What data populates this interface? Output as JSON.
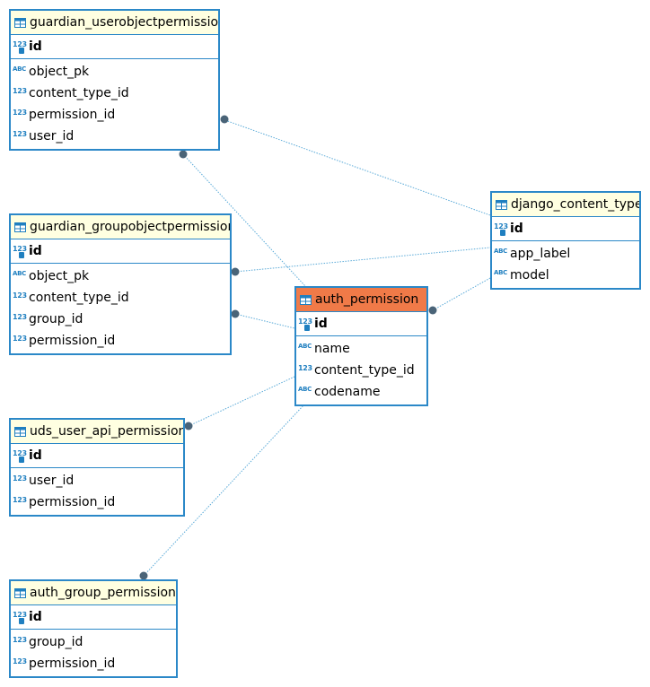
{
  "diagram": {
    "tables": [
      {
        "id": "guo",
        "name": "guardian_userobjectpermission",
        "highlight": false,
        "pk": {
          "name": "id",
          "type": "123"
        },
        "columns": [
          {
            "name": "object_pk",
            "type": "ABC"
          },
          {
            "name": "content_type_id",
            "type": "123"
          },
          {
            "name": "permission_id",
            "type": "123"
          },
          {
            "name": "user_id",
            "type": "123"
          }
        ]
      },
      {
        "id": "ggo",
        "name": "guardian_groupobjectpermission",
        "highlight": false,
        "pk": {
          "name": "id",
          "type": "123"
        },
        "columns": [
          {
            "name": "object_pk",
            "type": "ABC"
          },
          {
            "name": "content_type_id",
            "type": "123"
          },
          {
            "name": "group_id",
            "type": "123"
          },
          {
            "name": "permission_id",
            "type": "123"
          }
        ]
      },
      {
        "id": "uds",
        "name": "uds_user_api_permissions",
        "highlight": false,
        "pk": {
          "name": "id",
          "type": "123"
        },
        "columns": [
          {
            "name": "user_id",
            "type": "123"
          },
          {
            "name": "permission_id",
            "type": "123"
          }
        ]
      },
      {
        "id": "agp",
        "name": "auth_group_permissions",
        "highlight": false,
        "pk": {
          "name": "id",
          "type": "123"
        },
        "columns": [
          {
            "name": "group_id",
            "type": "123"
          },
          {
            "name": "permission_id",
            "type": "123"
          }
        ]
      },
      {
        "id": "ap",
        "name": "auth_permission",
        "highlight": true,
        "pk": {
          "name": "id",
          "type": "123"
        },
        "columns": [
          {
            "name": "name",
            "type": "ABC"
          },
          {
            "name": "content_type_id",
            "type": "123"
          },
          {
            "name": "codename",
            "type": "ABC"
          }
        ]
      },
      {
        "id": "dct",
        "name": "django_content_type",
        "highlight": false,
        "pk": {
          "name": "id",
          "type": "123"
        },
        "columns": [
          {
            "name": "app_label",
            "type": "ABC"
          },
          {
            "name": "model",
            "type": "ABC"
          }
        ]
      }
    ],
    "relations": [
      {
        "from": "guo",
        "to": "dct",
        "from_column": "content_type_id",
        "to_column": "id"
      },
      {
        "from": "guo",
        "to": "ap",
        "from_column": "permission_id",
        "to_column": "id"
      },
      {
        "from": "ggo",
        "to": "dct",
        "from_column": "content_type_id",
        "to_column": "id"
      },
      {
        "from": "ggo",
        "to": "ap",
        "from_column": "permission_id",
        "to_column": "id"
      },
      {
        "from": "ap",
        "to": "dct",
        "from_column": "content_type_id",
        "to_column": "id"
      },
      {
        "from": "uds",
        "to": "ap",
        "from_column": "permission_id",
        "to_column": "id"
      },
      {
        "from": "agp",
        "to": "ap",
        "from_column": "permission_id",
        "to_column": "id"
      }
    ],
    "colors": {
      "border": "#2b88c8",
      "header": "#ffffe1",
      "highlight_header": "#f07a48",
      "link": "#5aaad8",
      "dot": "#4a6478"
    }
  }
}
